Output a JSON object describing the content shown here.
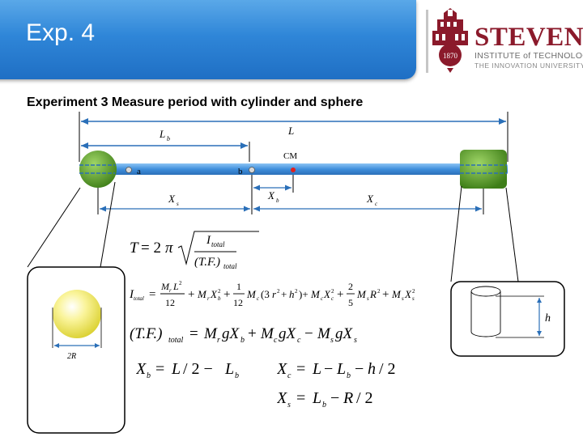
{
  "slide": {
    "title": "Exp. 4",
    "subtitle": "Experiment 3 Measure period with cylinder and sphere"
  },
  "logo": {
    "wordmark": "STEVENS",
    "line1": "INSTITUTE of TECHNOLOGY",
    "line2": "THE INNOVATION UNIVERSITY",
    "seal_year": "1870",
    "brand_color": "#8b1a2b"
  },
  "diagram": {
    "labels": {
      "L": "L",
      "Lb": "L",
      "Lb_sub": "b",
      "CM": "CM",
      "a": "a",
      "b": "b",
      "Xs": "X",
      "Xs_sub": "s",
      "Xb": "X",
      "Xb_sub": "b",
      "Xc": "X",
      "Xc_sub": "c",
      "two_R": "2R",
      "h": "h"
    },
    "colors": {
      "rod": "#3f8fdc",
      "mass": "#5aa02a",
      "sphere": "#f4ef6a",
      "cm_dot": "#e02020",
      "callout_border": "#000000"
    }
  },
  "equations": {
    "period": "T = 2π √( I_total / (T.F.)_total )",
    "inertia": "I_total = M_r L²/12 + M_r X_b² + (1/12) M_c (3r² + h²) + M_c X_c² + (2/5) M_s R² + M_s X_s²",
    "torque_factor": "(T.F.)_total = M_r g X_b + M_c g X_c − M_s g X_s",
    "xb": "X_b = L / 2 − L_b",
    "xc": "X_c = L − L_b − h / 2",
    "xs": "X_s = L_b − R / 2"
  }
}
